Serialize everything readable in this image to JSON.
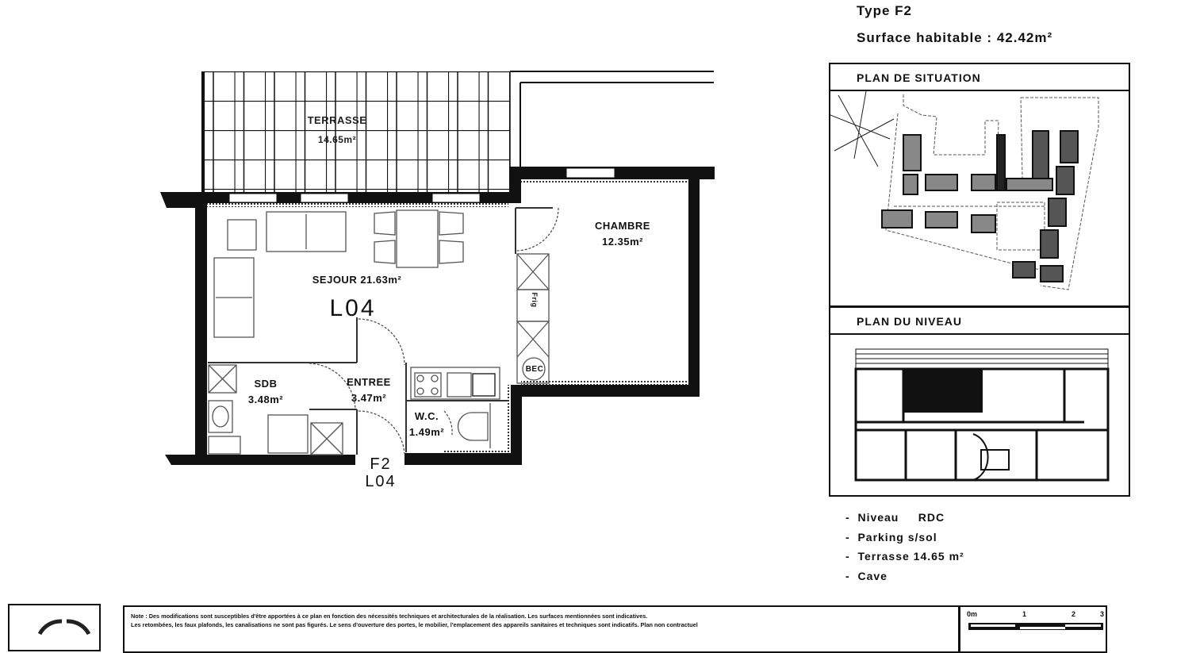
{
  "header": {
    "type_label": "Type F2",
    "surface_label": "Surface habitable : 42.42m²"
  },
  "plan": {
    "rooms": [
      {
        "name": "TERRASSE",
        "area": "14.65m²"
      },
      {
        "name": "CHAMBRE",
        "area": "12.35m²"
      },
      {
        "name": "SEJOUR",
        "area": "21.63m²"
      },
      {
        "name": "SDB",
        "area": "3.48m²"
      },
      {
        "name": "ENTREE",
        "area": "3.47m²"
      },
      {
        "name": "W.C.",
        "area": "1.49m²"
      }
    ],
    "sejour_label": "SEJOUR  21.63m²",
    "lot_code": "L04",
    "unit_type": "F2",
    "unit_lot": "L04",
    "fridge_label": "Frig",
    "bec_label": "BEC"
  },
  "panels": {
    "situation_title": "PLAN DE SITUATION",
    "niveau_title": "PLAN DU NIVEAU"
  },
  "info": {
    "items": [
      "Niveau     RDC",
      "Parking s/sol",
      "Terrasse 14.65 m²",
      "Cave"
    ]
  },
  "footer": {
    "note_line1": "Note : Des modifications sont susceptibles d'être apportées à ce plan en fonction des nécessités techniques et architecturales de la réalisation. Les surfaces mentionnées sont indicatives.",
    "note_line2": "Les retombées, les faux plafonds, les canalisations ne sont pas figurés. Le sens d'ouverture des portes, le mobilier, l'emplacement des appareils sanitaires et techniques sont indicatifs. Plan non contractuel",
    "scale_labels": [
      "0m",
      "1",
      "2",
      "3"
    ]
  },
  "colors": {
    "wall": "#111111",
    "line": "#222222",
    "furniture": "#666666",
    "building_grey": "#888888"
  }
}
